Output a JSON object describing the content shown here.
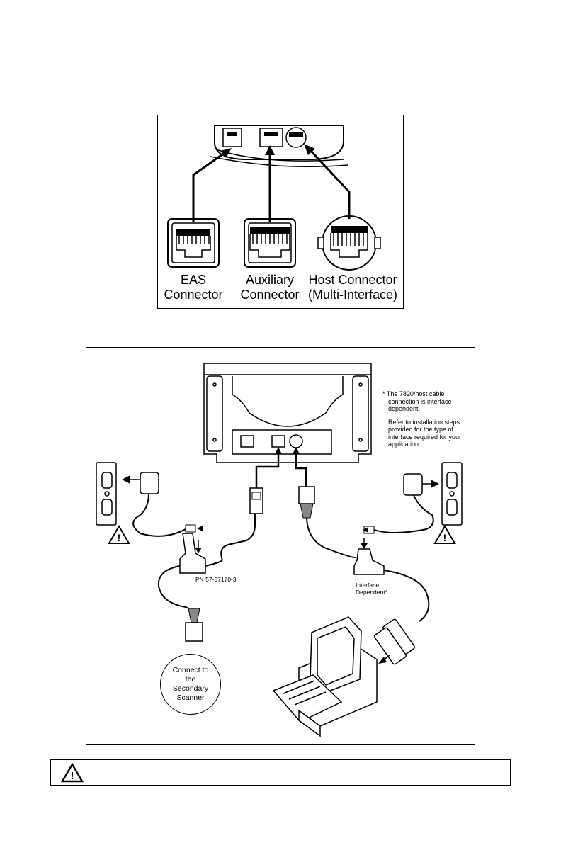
{
  "figure_top": {
    "labels": {
      "eas": [
        "EAS",
        "Connector"
      ],
      "aux": [
        "Auxiliary",
        "Connector"
      ],
      "host": [
        "Host Connector",
        "(Multi-Interface)"
      ]
    }
  },
  "figure_bottom": {
    "note": {
      "line1": "* The 7820/host cable",
      "line2": "connection is interface",
      "line3": "dependent.",
      "line4": "Refer to installation steps",
      "line5": "provided for the type of",
      "line6": "interface required for your",
      "line7": "application."
    },
    "part_number": "PN 57-57170-3",
    "interface_label": [
      "Interface",
      "Dependent*"
    ],
    "bubble_text": "Connect to the Secondary Scanner"
  },
  "caution": {
    "icon": "warning-triangle-icon",
    "text": ""
  }
}
